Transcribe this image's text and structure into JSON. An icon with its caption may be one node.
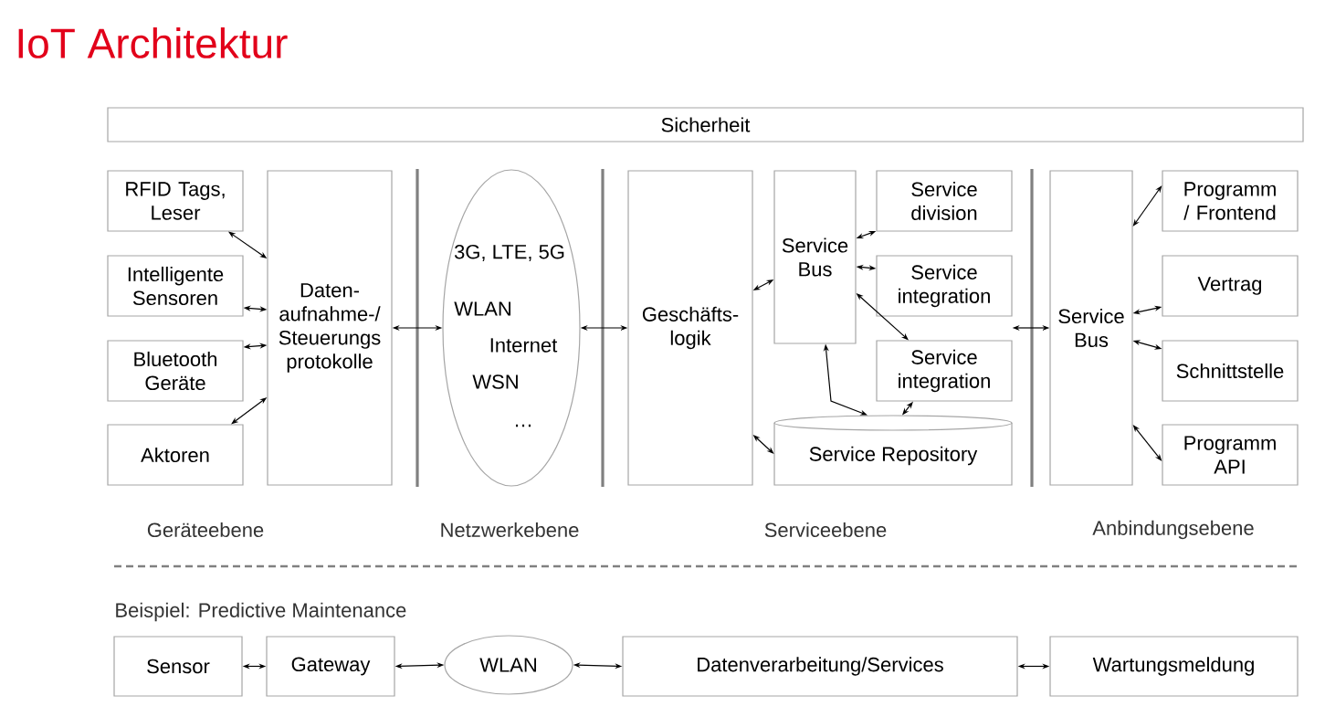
{
  "diagram": {
    "title": "IoT Architektur",
    "nodes": [
      {
        "text": [
          "Sicherheit"
        ]
      },
      {
        "text": [
          "RFID Tags, Leser"
        ]
      },
      {
        "text": [
          "Intelligente Sensoren"
        ]
      },
      {
        "text": [
          "Bluetooth Geräte"
        ]
      },
      {
        "text": [
          "Aktoren"
        ]
      },
      {
        "text": [
          "Daten- aufnahme-/ Steuerungs protokolle"
        ]
      },
      {
        "text": [
          "3G, LTE, 5G",
          "WLAN",
          "Internet",
          "WSN",
          "…"
        ]
      },
      {
        "text": [
          "Geschäfts- logik"
        ]
      },
      {
        "text": [
          "Service Bus"
        ]
      },
      {
        "text": [
          "Service division"
        ]
      },
      {
        "text": [
          "Service integration"
        ]
      },
      {
        "text": [
          "Service integration"
        ]
      },
      {
        "text": [
          "Service Repository"
        ]
      },
      {
        "text": [
          "Service Bus"
        ]
      },
      {
        "text": [
          "Programm / Frontend"
        ]
      },
      {
        "text": [
          "Vertrag"
        ]
      },
      {
        "text": [
          "Schnittstelle"
        ]
      },
      {
        "text": [
          "Programm API"
        ]
      },
      {
        "text": [
          "Sensor"
        ]
      },
      {
        "text": [
          "Gateway"
        ]
      },
      {
        "text": [
          "WLAN"
        ]
      },
      {
        "text": [
          "Datenverarbeitung/Services"
        ]
      },
      {
        "text": [
          "Wartungsmeldung"
        ]
      }
    ],
    "edges": [
      {
        "from": 1,
        "to": 5,
        "arrow": "both"
      },
      {
        "from": 2,
        "to": 5,
        "arrow": "both"
      },
      {
        "from": 3,
        "to": 5,
        "arrow": "both"
      },
      {
        "from": 4,
        "to": 5,
        "arrow": "both"
      },
      {
        "from": 5,
        "to": 6,
        "arrow": "both"
      },
      {
        "from": 6,
        "to": 7,
        "arrow": "both"
      },
      {
        "from": 7,
        "to": 8,
        "arrow": "both"
      },
      {
        "from": 8,
        "to": 9,
        "arrow": "both"
      },
      {
        "from": 8,
        "to": 10,
        "arrow": "both"
      },
      {
        "from": 8,
        "to": 11,
        "arrow": "both"
      },
      {
        "from": 8,
        "to": 12,
        "arrow": "both"
      },
      {
        "from": 11,
        "to": 12,
        "arrow": "both"
      },
      {
        "from": 7,
        "to": 12,
        "arrow": "both"
      },
      {
        "from": 10,
        "to": 13,
        "arrow": "both"
      },
      {
        "from": 13,
        "to": 14,
        "arrow": "both"
      },
      {
        "from": 13,
        "to": 15,
        "arrow": "both"
      },
      {
        "from": 13,
        "to": 16,
        "arrow": "both"
      },
      {
        "from": 13,
        "to": 17,
        "arrow": "both"
      },
      {
        "from": 18,
        "to": 19,
        "arrow": "both"
      },
      {
        "from": 19,
        "to": 20,
        "arrow": "both"
      },
      {
        "from": 20,
        "to": 21,
        "arrow": "both"
      },
      {
        "from": 21,
        "to": 22,
        "arrow": "both"
      }
    ],
    "labels": [
      "Geräteebene",
      "Netzwerkebene",
      "Serviceebene",
      "Anbindungsebene",
      "Beispiel: Predictive Maintenance"
    ]
  }
}
